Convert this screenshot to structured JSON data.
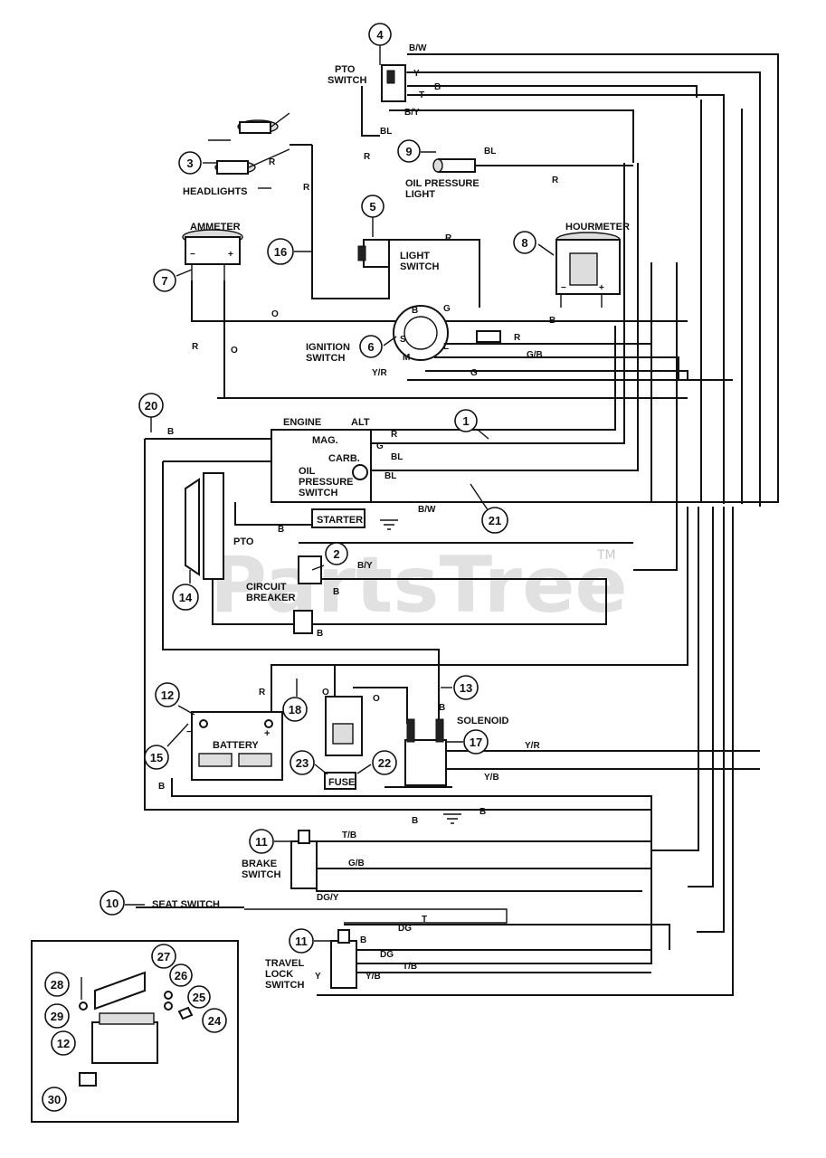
{
  "watermark": {
    "text": "PartsTree",
    "trademark": "TM"
  },
  "components": {
    "pto_switch": [
      "PTO",
      "SWITCH"
    ],
    "headlights": "HEADLIGHTS",
    "oil_pressure_light": [
      "OIL PRESSURE",
      "LIGHT"
    ],
    "light_switch": [
      "LIGHT",
      "SWITCH"
    ],
    "ammeter": "AMMETER",
    "hourmeter": "HOURMETER",
    "ignition_switch": [
      "IGNITION",
      "SWITCH"
    ],
    "engine": "ENGINE",
    "alt": "ALT",
    "mag": "MAG.",
    "carb": "CARB.",
    "oil_pressure_switch": [
      "OIL",
      "PRESSURE",
      "SWITCH"
    ],
    "starter": "STARTER",
    "pto": "PTO",
    "circuit_breaker": [
      "CIRCUIT",
      "BREAKER"
    ],
    "battery": "BATTERY",
    "solenoid": "SOLENOID",
    "fuse": "FUSE",
    "brake_switch": [
      "BRAKE",
      "SWITCH"
    ],
    "seat_switch": "SEAT SWITCH",
    "travel_lock_switch": [
      "TRAVEL",
      "LOCK",
      "SWITCH"
    ]
  },
  "ignition_terminals": {
    "b": "B",
    "g": "G",
    "s": "S",
    "l": "L",
    "m": "M"
  },
  "polarity": {
    "minus": "−",
    "plus": "+"
  },
  "wire_labels": {
    "bw_top": "B/W",
    "y_top": "Y",
    "b_top": "B",
    "t_top": "T",
    "by_top": "B/Y",
    "bl_pto": "BL",
    "bl_oil": "BL",
    "r_oil": "R",
    "r_head": "R",
    "r_16": "R",
    "r_pto": "R",
    "r_light": "R",
    "o_amm": "O",
    "r_amm": "R",
    "o_amm2": "O",
    "b_hour": "B",
    "r_ign": "R",
    "gb_ign": "G/B",
    "yr_ign": "Y/R",
    "g_ign": "G",
    "b_20": "B",
    "r_eng": "R",
    "g_eng": "G",
    "bl_eng": "BL",
    "bl_ops": "BL",
    "bw_eng": "B/W",
    "b_start": "B",
    "by_cb": "B/Y",
    "b_cb": "B",
    "b_cb2": "B",
    "r_bat": "R",
    "o_sol": "O",
    "o_sol2": "O",
    "b_sol": "B",
    "yr_sol": "Y/R",
    "yb_sol": "Y/B",
    "b_bat": "B",
    "b_gnd": "B",
    "b_gnd2": "B",
    "tb_brake": "T/B",
    "gb_brake": "G/B",
    "dgy_brake": "DG/Y",
    "t_seat": "T",
    "dg_seat": "DG",
    "b_tl": "B",
    "dg_tl": "DG",
    "tb_tl": "T/B",
    "yb_tl": "Y/B",
    "y_tl": "Y"
  },
  "callouts": {
    "c4": "4",
    "c3": "3",
    "c9": "9",
    "c5": "5",
    "c16": "16",
    "c7": "7",
    "c8": "8",
    "c6": "6",
    "c20": "20",
    "c1": "1",
    "c21": "21",
    "c2": "2",
    "c14": "14",
    "c12": "12",
    "c18": "18",
    "c13": "13",
    "c15": "15",
    "c17": "17",
    "c23": "23",
    "c22": "22",
    "c11a": "11",
    "c10": "10",
    "c11b": "11",
    "i28": "28",
    "i27": "27",
    "i26": "26",
    "i25": "25",
    "i29": "29",
    "i24": "24",
    "i12": "12",
    "i30": "30"
  }
}
